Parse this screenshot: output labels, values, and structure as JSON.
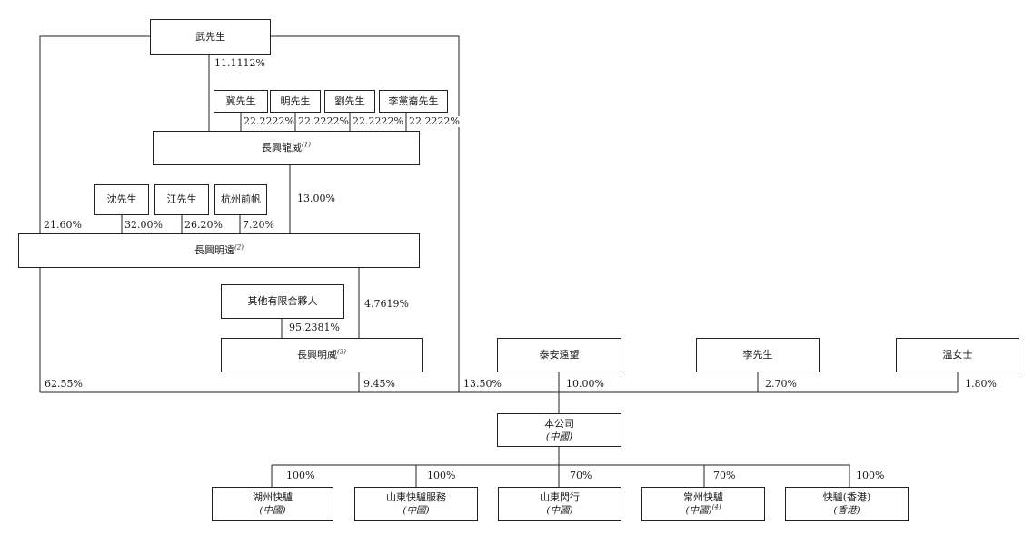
{
  "entities": {
    "mr_wu": "武先生",
    "mr_ji": "冀先生",
    "mr_ming": "明先生",
    "mr_liu": "劉先生",
    "mr_li_dangshang": "李黨裔先生",
    "changxing_longwei": {
      "name": "長興龍威",
      "note": "(1)"
    },
    "mr_shen": "沈先生",
    "mr_jiang": "江先生",
    "hangzhou_qianfan": "杭州前帆",
    "changxing_mingyuan": {
      "name": "長興明遠",
      "note": "(2)"
    },
    "other_lps": "其他有限合夥人",
    "changxing_mingwei": {
      "name": "長興明威",
      "note": "(3)"
    },
    "taian_yuanwang": "泰安遠望",
    "mr_li": "李先生",
    "ms_wen": "溫女士",
    "company": {
      "name": "本公司",
      "sub": "(中國)"
    },
    "huzhou": {
      "name": "湖州快驢",
      "sub": "(中國)"
    },
    "shandong_service": {
      "name": "山東快驢服務",
      "sub": "(中國)"
    },
    "shandong_shanxing": {
      "name": "山東閃行",
      "sub": "(中國)"
    },
    "changzhou": {
      "name": "常州快驢",
      "sub": "(中國)",
      "note": "(4)"
    },
    "hk": {
      "name": "快驢(香港)",
      "sub": "(香港)"
    }
  },
  "percentages": {
    "wu_to_longwei": "11.1112%",
    "ji_to_longwei": "22.2222%",
    "ming_to_longwei": "22.2222%",
    "liu_to_longwei": "22.2222%",
    "lidangshang_to_longwei": "22.2222%",
    "longwei_to_mingyuan": "13.00%",
    "wu_to_mingyuan": "21.60%",
    "shen_to_mingyuan": "32.00%",
    "jiang_to_mingyuan": "26.20%",
    "qianfan_to_mingyuan": "7.20%",
    "mingyuan_to_mingwei": "4.7619%",
    "others_to_mingwei": "95.2381%",
    "wu_to_company": "62.55%",
    "mingwei_to_company": "9.45%",
    "mingwei_right_to_company": "13.50%",
    "taian_to_company": "10.00%",
    "li_to_company": "2.70%",
    "wen_to_company": "1.80%",
    "to_huzhou": "100%",
    "to_shandong_service": "100%",
    "to_shandong_shanxing": "70%",
    "to_changzhou": "70%",
    "to_hk": "100%"
  }
}
